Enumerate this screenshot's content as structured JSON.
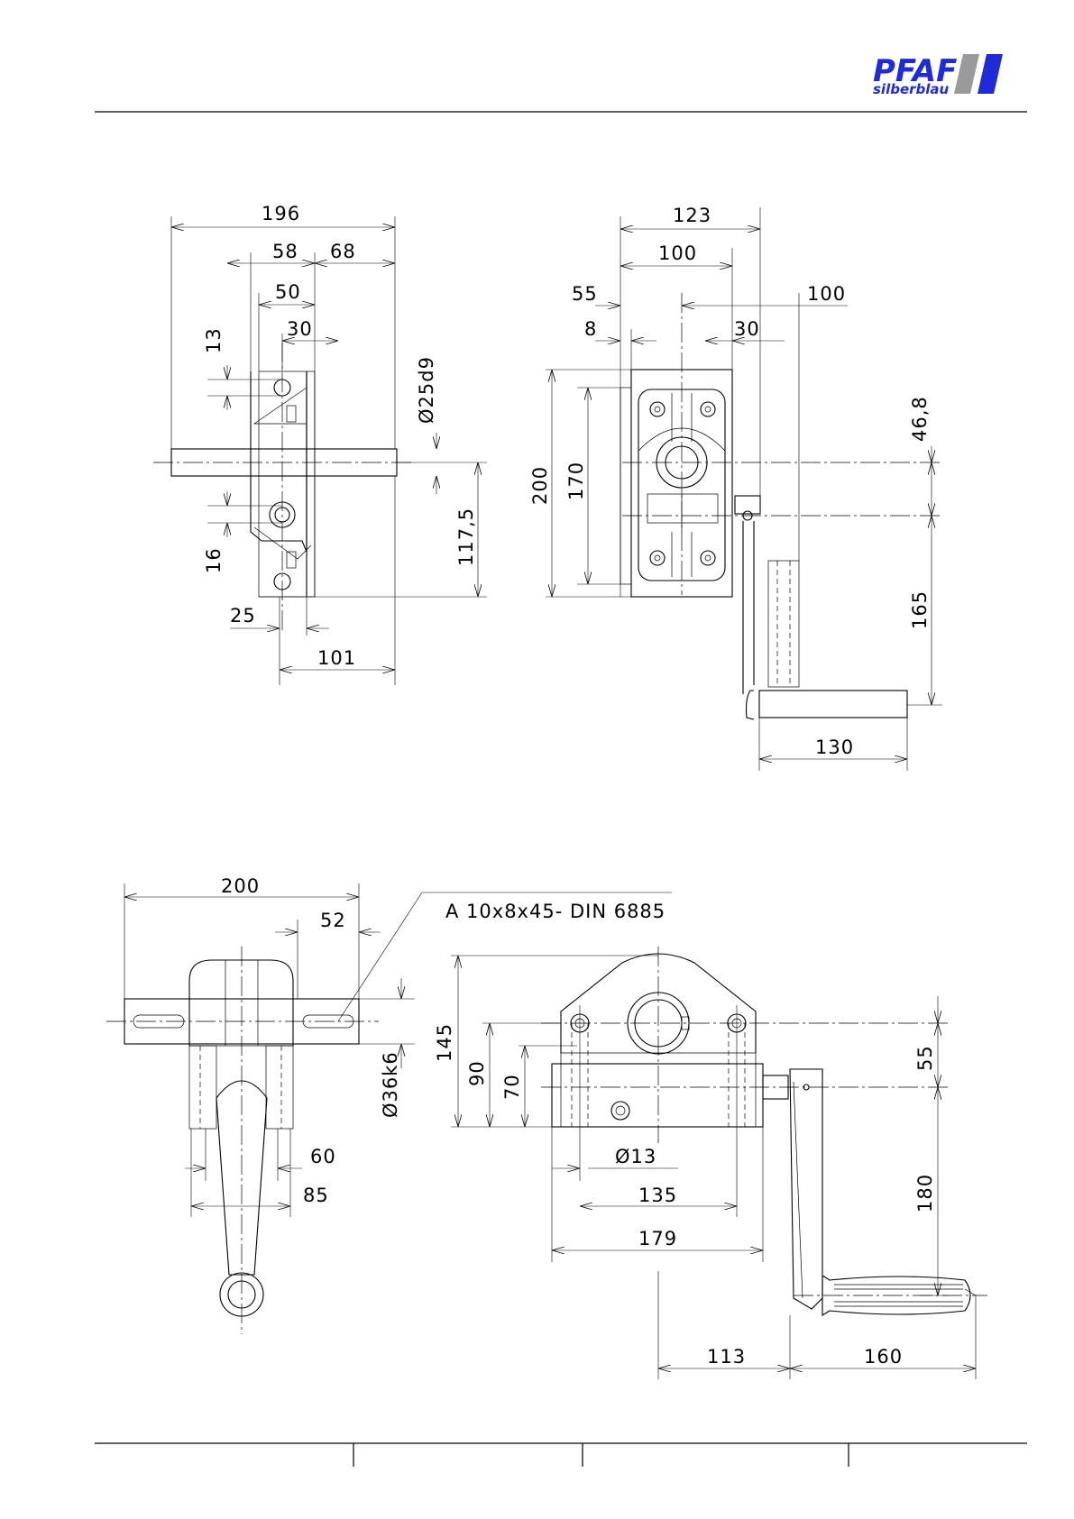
{
  "header": {
    "logo_brand": "PFAFF",
    "logo_sub": "silberblau",
    "brand_blue": "#1f2bd6",
    "brand_gray": "#9a9a9a"
  },
  "top_left_view": {
    "dims": [
      "196",
      "58",
      "68",
      "50",
      "30",
      "13",
      "Ø25d9",
      "117,5",
      "16",
      "25",
      "101"
    ]
  },
  "top_right_view": {
    "dims": [
      "123",
      "100",
      "55",
      "100",
      "8",
      "30",
      "46,8",
      "200",
      "170",
      "165",
      "130"
    ]
  },
  "bottom_left_view": {
    "dims": [
      "200",
      "52",
      "Ø36k6",
      "60",
      "85"
    ],
    "key_note": "A 10x8x45- DIN 6885"
  },
  "bottom_right_view": {
    "dims": [
      "145",
      "90",
      "70",
      "55",
      "Ø13",
      "135",
      "179",
      "180",
      "113",
      "160"
    ]
  }
}
